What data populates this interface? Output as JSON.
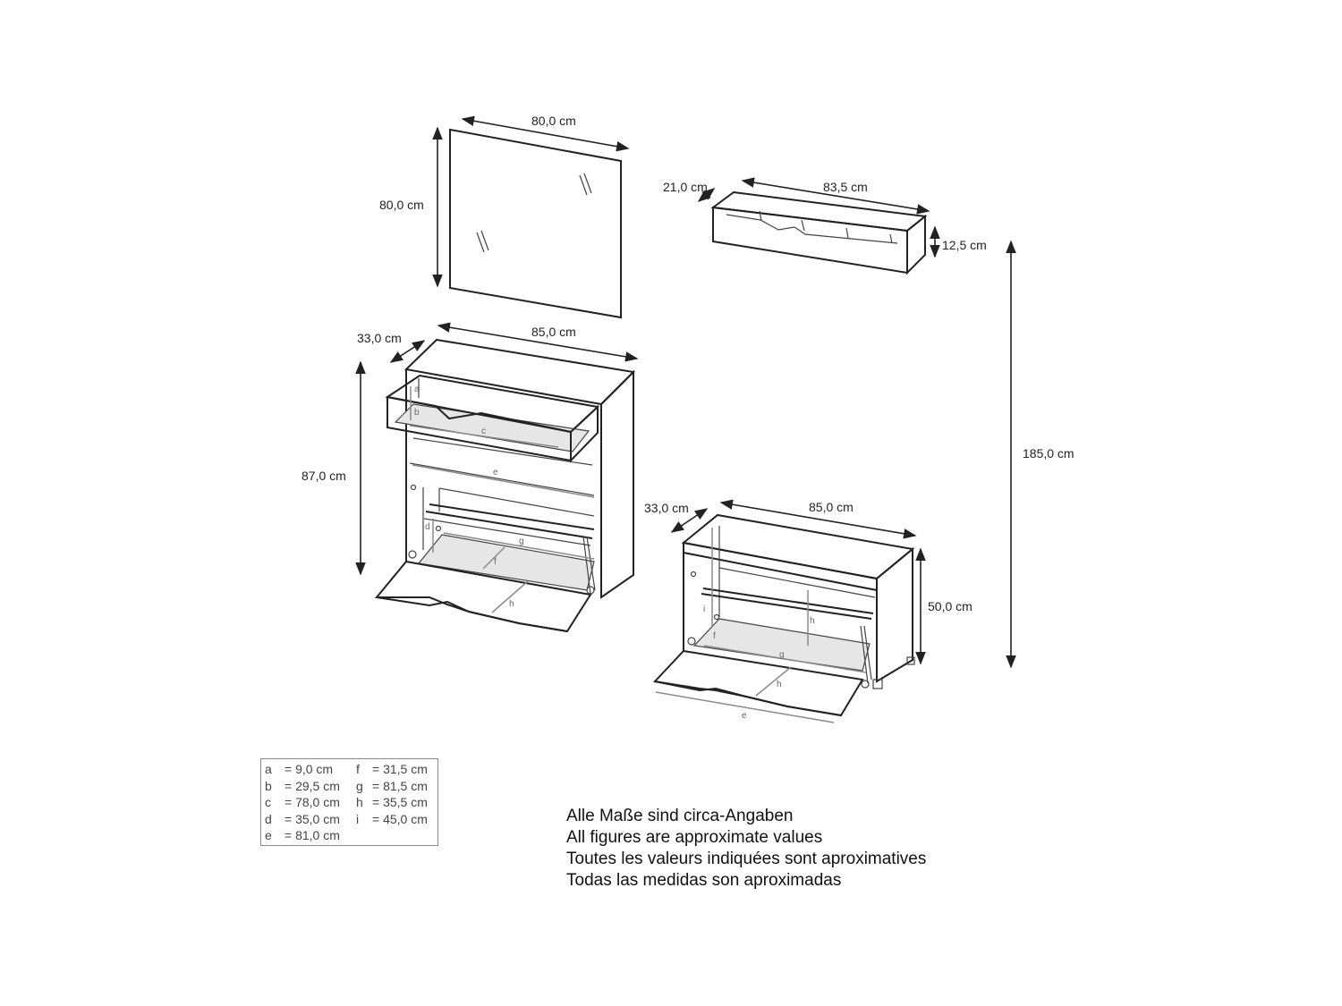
{
  "mirror": {
    "width": "80,0 cm",
    "height": "80,0 cm"
  },
  "wall_shelf": {
    "depth": "21,0 cm",
    "width": "83,5 cm",
    "height": "12,5 cm"
  },
  "total_height": "185,0 cm",
  "tall_cabinet": {
    "depth": "33,0 cm",
    "width": "85,0 cm",
    "height": "87,0 cm",
    "letters": [
      "a",
      "b",
      "c",
      "e",
      "d",
      "g",
      "f",
      "h"
    ]
  },
  "bench": {
    "depth": "33,0 cm",
    "width": "85,0 cm",
    "height": "50,0 cm",
    "letters": [
      "i",
      "h",
      "f",
      "g",
      "h",
      "e"
    ]
  },
  "legend": [
    {
      "k1": "a",
      "v1": "=   9,0 cm",
      "k2": "f",
      "v2": "= 31,5 cm"
    },
    {
      "k1": "b",
      "v1": "= 29,5 cm",
      "k2": "g",
      "v2": "= 81,5 cm"
    },
    {
      "k1": "c",
      "v1": "= 78,0 cm",
      "k2": "h",
      "v2": "= 35,5 cm"
    },
    {
      "k1": "d",
      "v1": "= 35,0 cm",
      "k2": "i",
      "v2": "= 45,0 cm"
    },
    {
      "k1": "e",
      "v1": "= 81,0 cm",
      "k2": "",
      "v2": ""
    }
  ],
  "notes": [
    "Alle Maße sind circa-Angaben",
    "All figures are approximate values",
    "Toutes les valeurs indiquées sont aproximatives",
    "Todas las medidas son aproximadas"
  ]
}
